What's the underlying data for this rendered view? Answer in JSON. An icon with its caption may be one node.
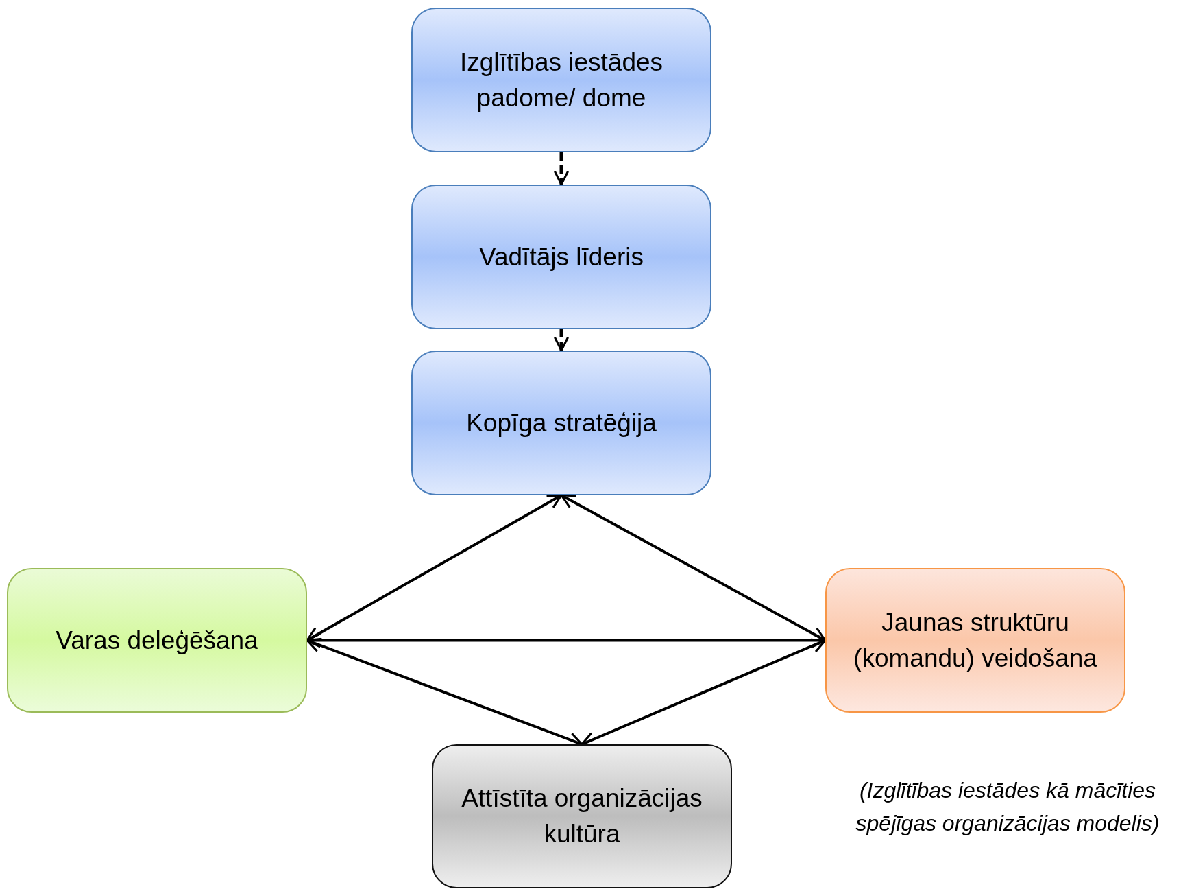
{
  "diagram": {
    "nodes": [
      {
        "text": [
          "Izglītības iestādes padome/ dome"
        ]
      },
      {
        "text": [
          "Vadītājs līderis"
        ]
      },
      {
        "text": [
          "Kopīga stratēģija"
        ]
      },
      {
        "text": [
          "Varas deleģēšana"
        ]
      },
      {
        "text": [
          "Jaunas struktūru (komandu) veidošana"
        ]
      },
      {
        "text": [
          "Attīstīta organizācijas kultūra"
        ]
      }
    ],
    "edges": [
      {
        "from": 0,
        "to": 1,
        "arrow": "to",
        "style": "dashed"
      },
      {
        "from": 1,
        "to": 2,
        "arrow": "to",
        "style": "dashed"
      },
      {
        "from": 2,
        "to": 3,
        "arrow": "both"
      },
      {
        "from": 2,
        "to": 4,
        "arrow": "both"
      },
      {
        "from": 3,
        "to": 4,
        "arrow": "both"
      },
      {
        "from": 3,
        "to": 5,
        "arrow": "both"
      },
      {
        "from": 4,
        "to": 5,
        "arrow": "both"
      }
    ],
    "labels": [
      "(Izglītības iestādes kā mācīties spējīgas organizācijas modelis)"
    ]
  }
}
